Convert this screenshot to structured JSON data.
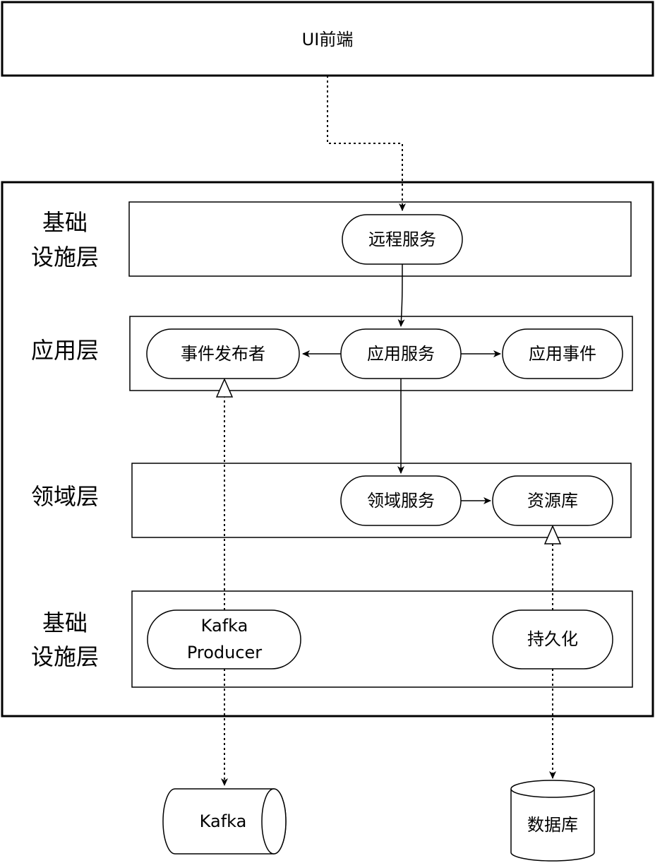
{
  "frontend": {
    "label": "UI前端"
  },
  "layers": {
    "infra_top": {
      "line1": "基础",
      "line2": "设施层"
    },
    "application": {
      "label": "应用层"
    },
    "domain": {
      "label": "领域层"
    },
    "infra_bottom": {
      "line1": "基础",
      "line2": "设施层"
    }
  },
  "nodes": {
    "remote_service": "远程服务",
    "event_publisher": "事件发布者",
    "app_service": "应用服务",
    "app_event": "应用事件",
    "domain_service": "领域服务",
    "repository": "资源库",
    "kafka_producer_line1": "Kafka",
    "kafka_producer_line2": "Producer",
    "persistence": "持久化",
    "kafka": "Kafka",
    "database": "数据库"
  },
  "colors": {
    "stroke": "#000000",
    "fill": "#ffffff"
  }
}
